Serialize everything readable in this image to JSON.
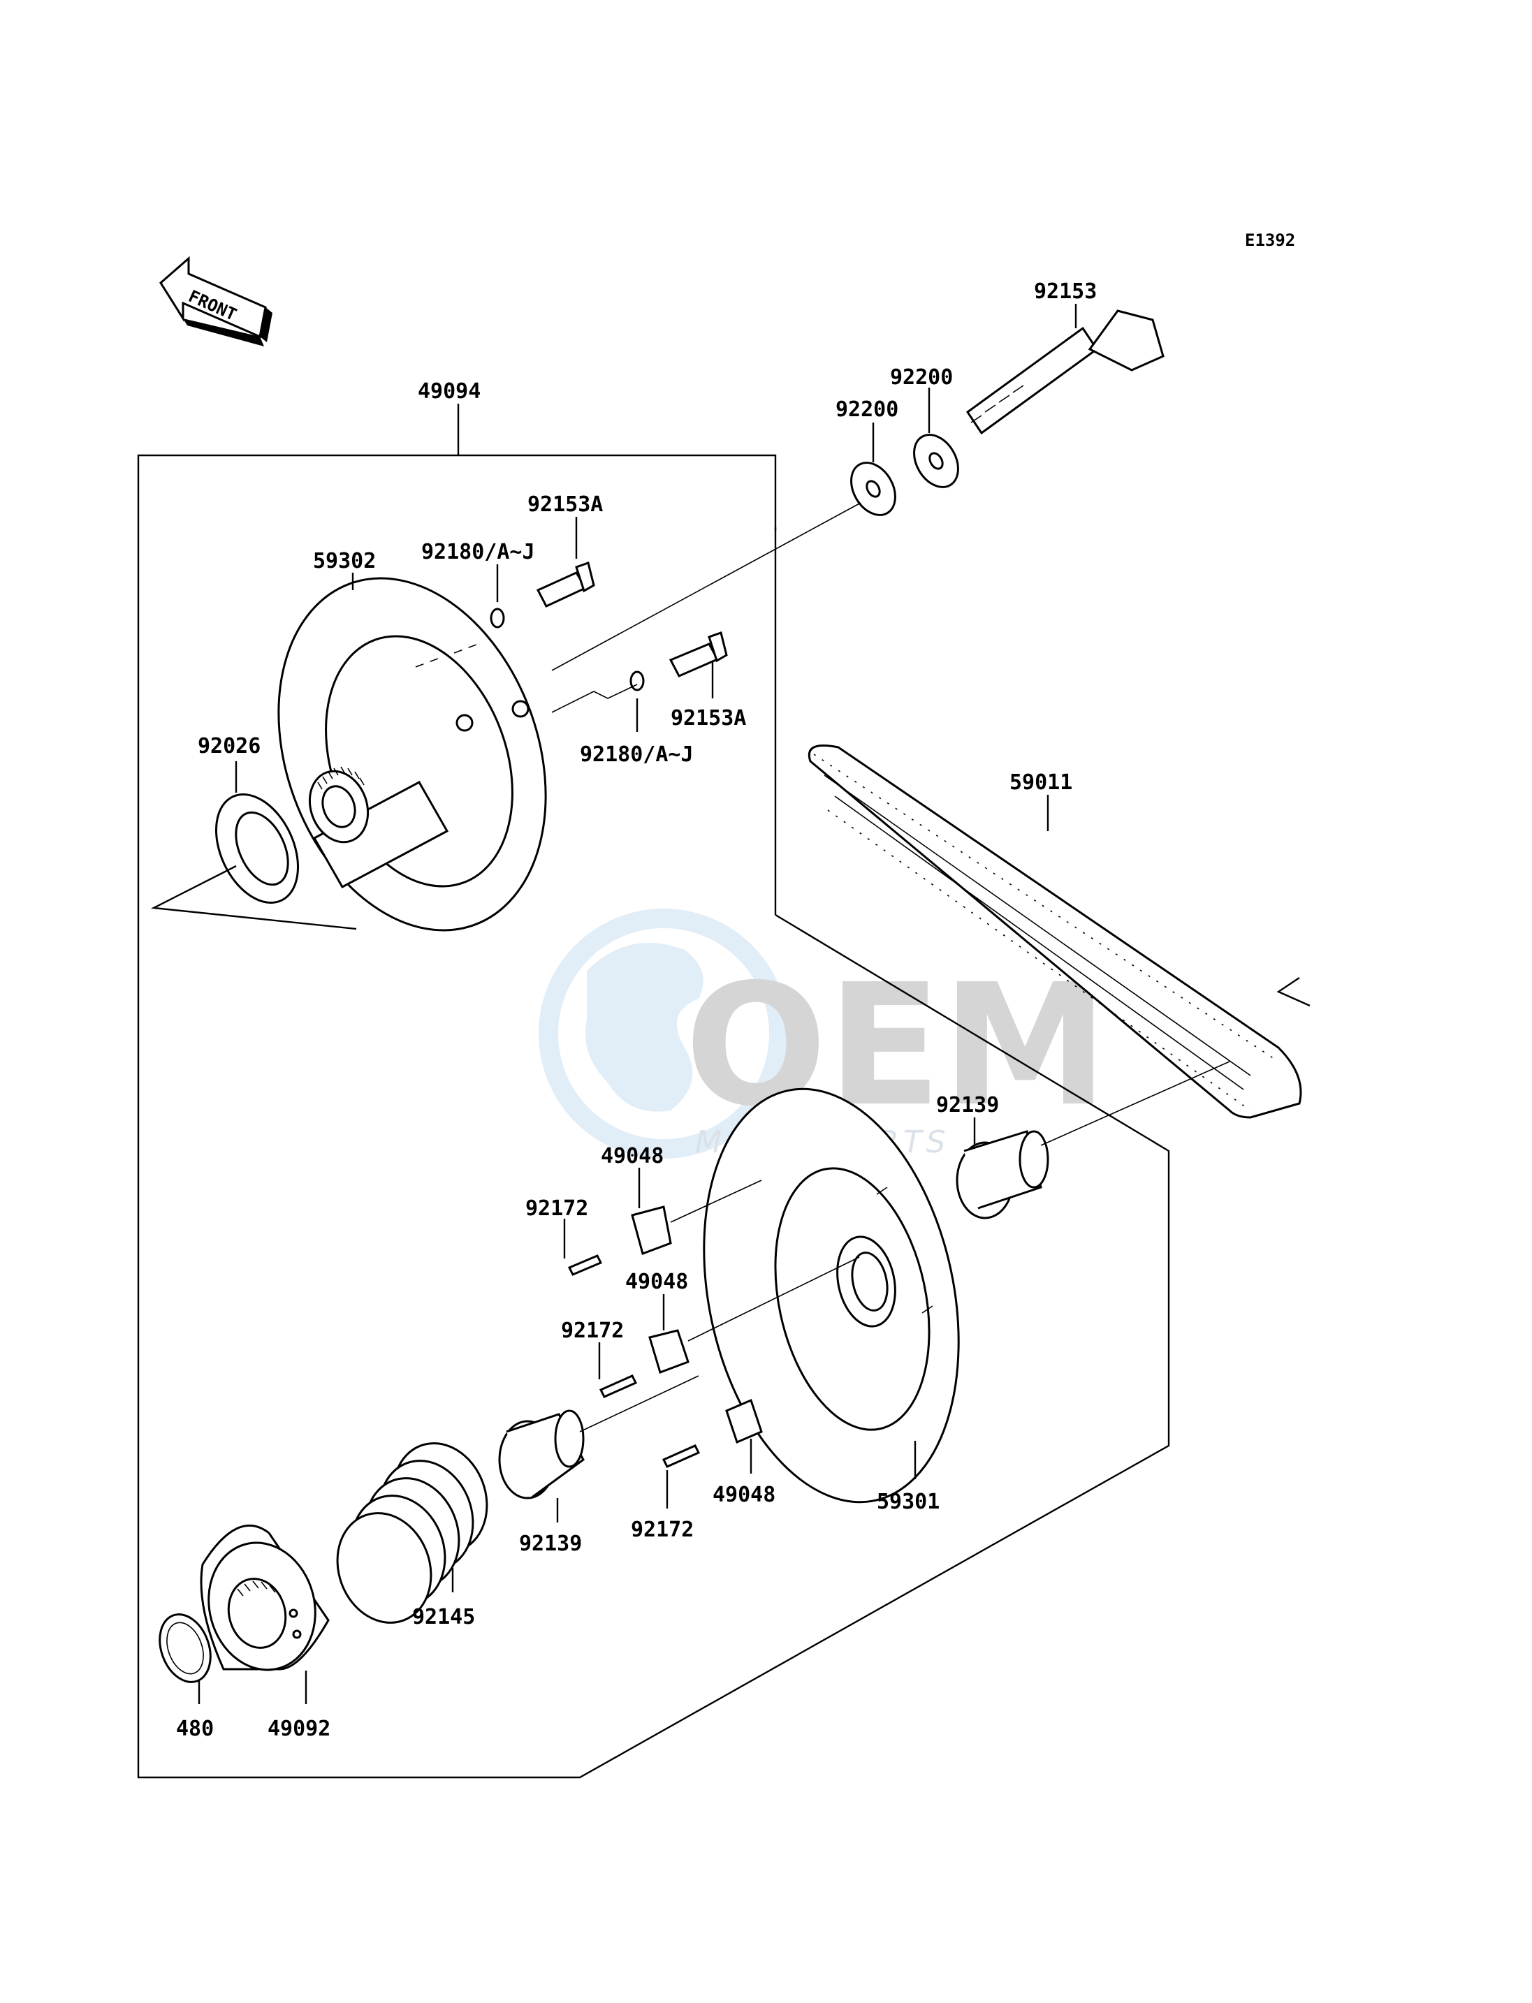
{
  "diagram": {
    "code": "E1392",
    "front_label": "FRONT",
    "watermark": {
      "brand": "OEM",
      "sub": "MOTORPARTS"
    },
    "labels": {
      "p49094": "49094",
      "p59302": "59302",
      "p92180_top": "92180/A~J",
      "p92153A_top": "92153A",
      "p92153A_bot": "92153A",
      "p92180_bot": "92180/A~J",
      "p92026": "92026",
      "p92200_a": "92200",
      "p92200_b": "92200",
      "p92153": "92153",
      "p59011": "59011",
      "p92139_top": "92139",
      "p49048_a": "49048",
      "p92172_a": "92172",
      "p49048_b": "49048",
      "p92172_b": "92172",
      "p49048_c": "49048",
      "p92172_c": "92172",
      "p59301": "59301",
      "p92139_bot": "92139",
      "p92145": "92145",
      "p480": "480",
      "p49092": "49092"
    }
  }
}
